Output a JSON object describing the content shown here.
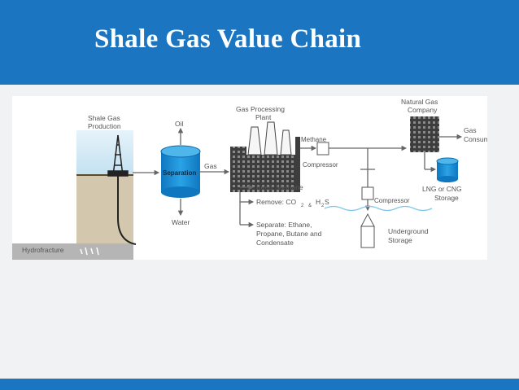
{
  "slide": {
    "title": "Shale Gas Value Chain"
  },
  "diagram": {
    "labels": {
      "shale_gas_production_1": "Shale Gas",
      "shale_gas_production_2": "Production",
      "oil": "Oil",
      "separation": "Separation",
      "gas": "Gas",
      "water": "Water",
      "hydrofracture": "Hydrofracture",
      "gas_processing_plant_1": "Gas Processing",
      "gas_processing_plant_2": "Plant",
      "methane": "Methane",
      "compressor_top": "Compressor",
      "keep_methane": "Keep:  Methane",
      "remove_prefix": "Remove: CO",
      "remove_sub1": "2",
      "remove_amp": "&",
      "remove_h": "H",
      "remove_sub2": "2",
      "remove_s": "S",
      "separate_1": "Separate:  Ethane,",
      "separate_2": "Propane, Butane and",
      "separate_3": "Condensate",
      "natural_gas_company_1": "Natural Gas",
      "natural_gas_company_2": "Company",
      "gas_consumers_1": "Gas",
      "gas_consumers_2": "Consumers",
      "lng_storage_1": "LNG or CNG",
      "lng_storage_2": "Storage",
      "compressor_bottom": "Compressor",
      "underground_storage_1": "Underground",
      "underground_storage_2": "Storage"
    },
    "colors": {
      "separator_fill": "#1a8fd6",
      "lng_tank_fill": "#1a8fd6",
      "sky": "#cfe8f4",
      "ground": "#d2c7b0",
      "plant": "#3a3a3a",
      "flow_line": "#777777"
    }
  }
}
